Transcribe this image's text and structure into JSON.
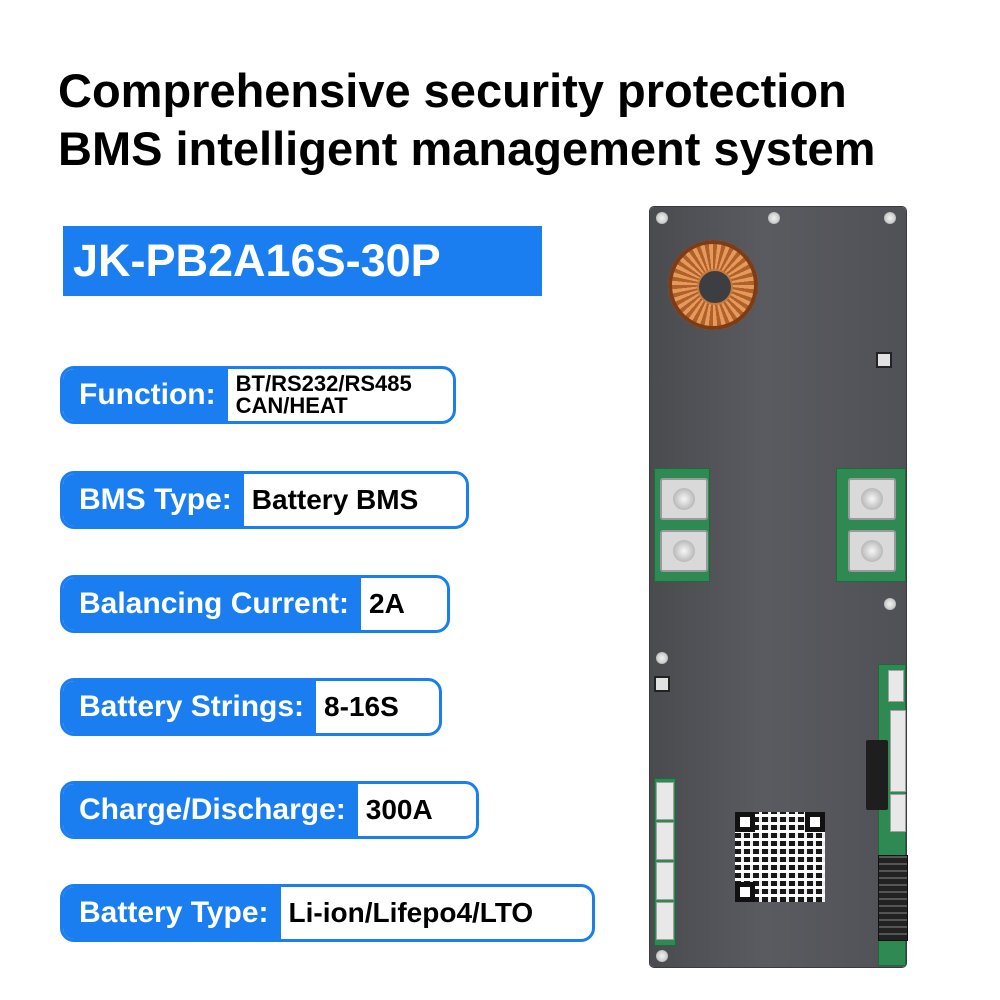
{
  "headline": {
    "line1": "Comprehensive security protection",
    "line2": "BMS intelligent management system"
  },
  "model": "JK-PB2A16S-30P",
  "specs": [
    {
      "key": "Function:",
      "value_line1": "BT/RS232/RS485",
      "value_line2": "CAN/HEAT"
    },
    {
      "key": "BMS Type:",
      "value": "Battery BMS"
    },
    {
      "key": "Balancing Current:",
      "value": "2A"
    },
    {
      "key": "Battery Strings:",
      "value": "8-16S"
    },
    {
      "key": "Charge/Discharge:",
      "value": "300A"
    },
    {
      "key": "Battery Type:",
      "value": "Li-ion/Lifepo4/LTO"
    }
  ],
  "colors": {
    "accent": "#1a7ef0",
    "text": "#000000",
    "background": "#ffffff"
  }
}
